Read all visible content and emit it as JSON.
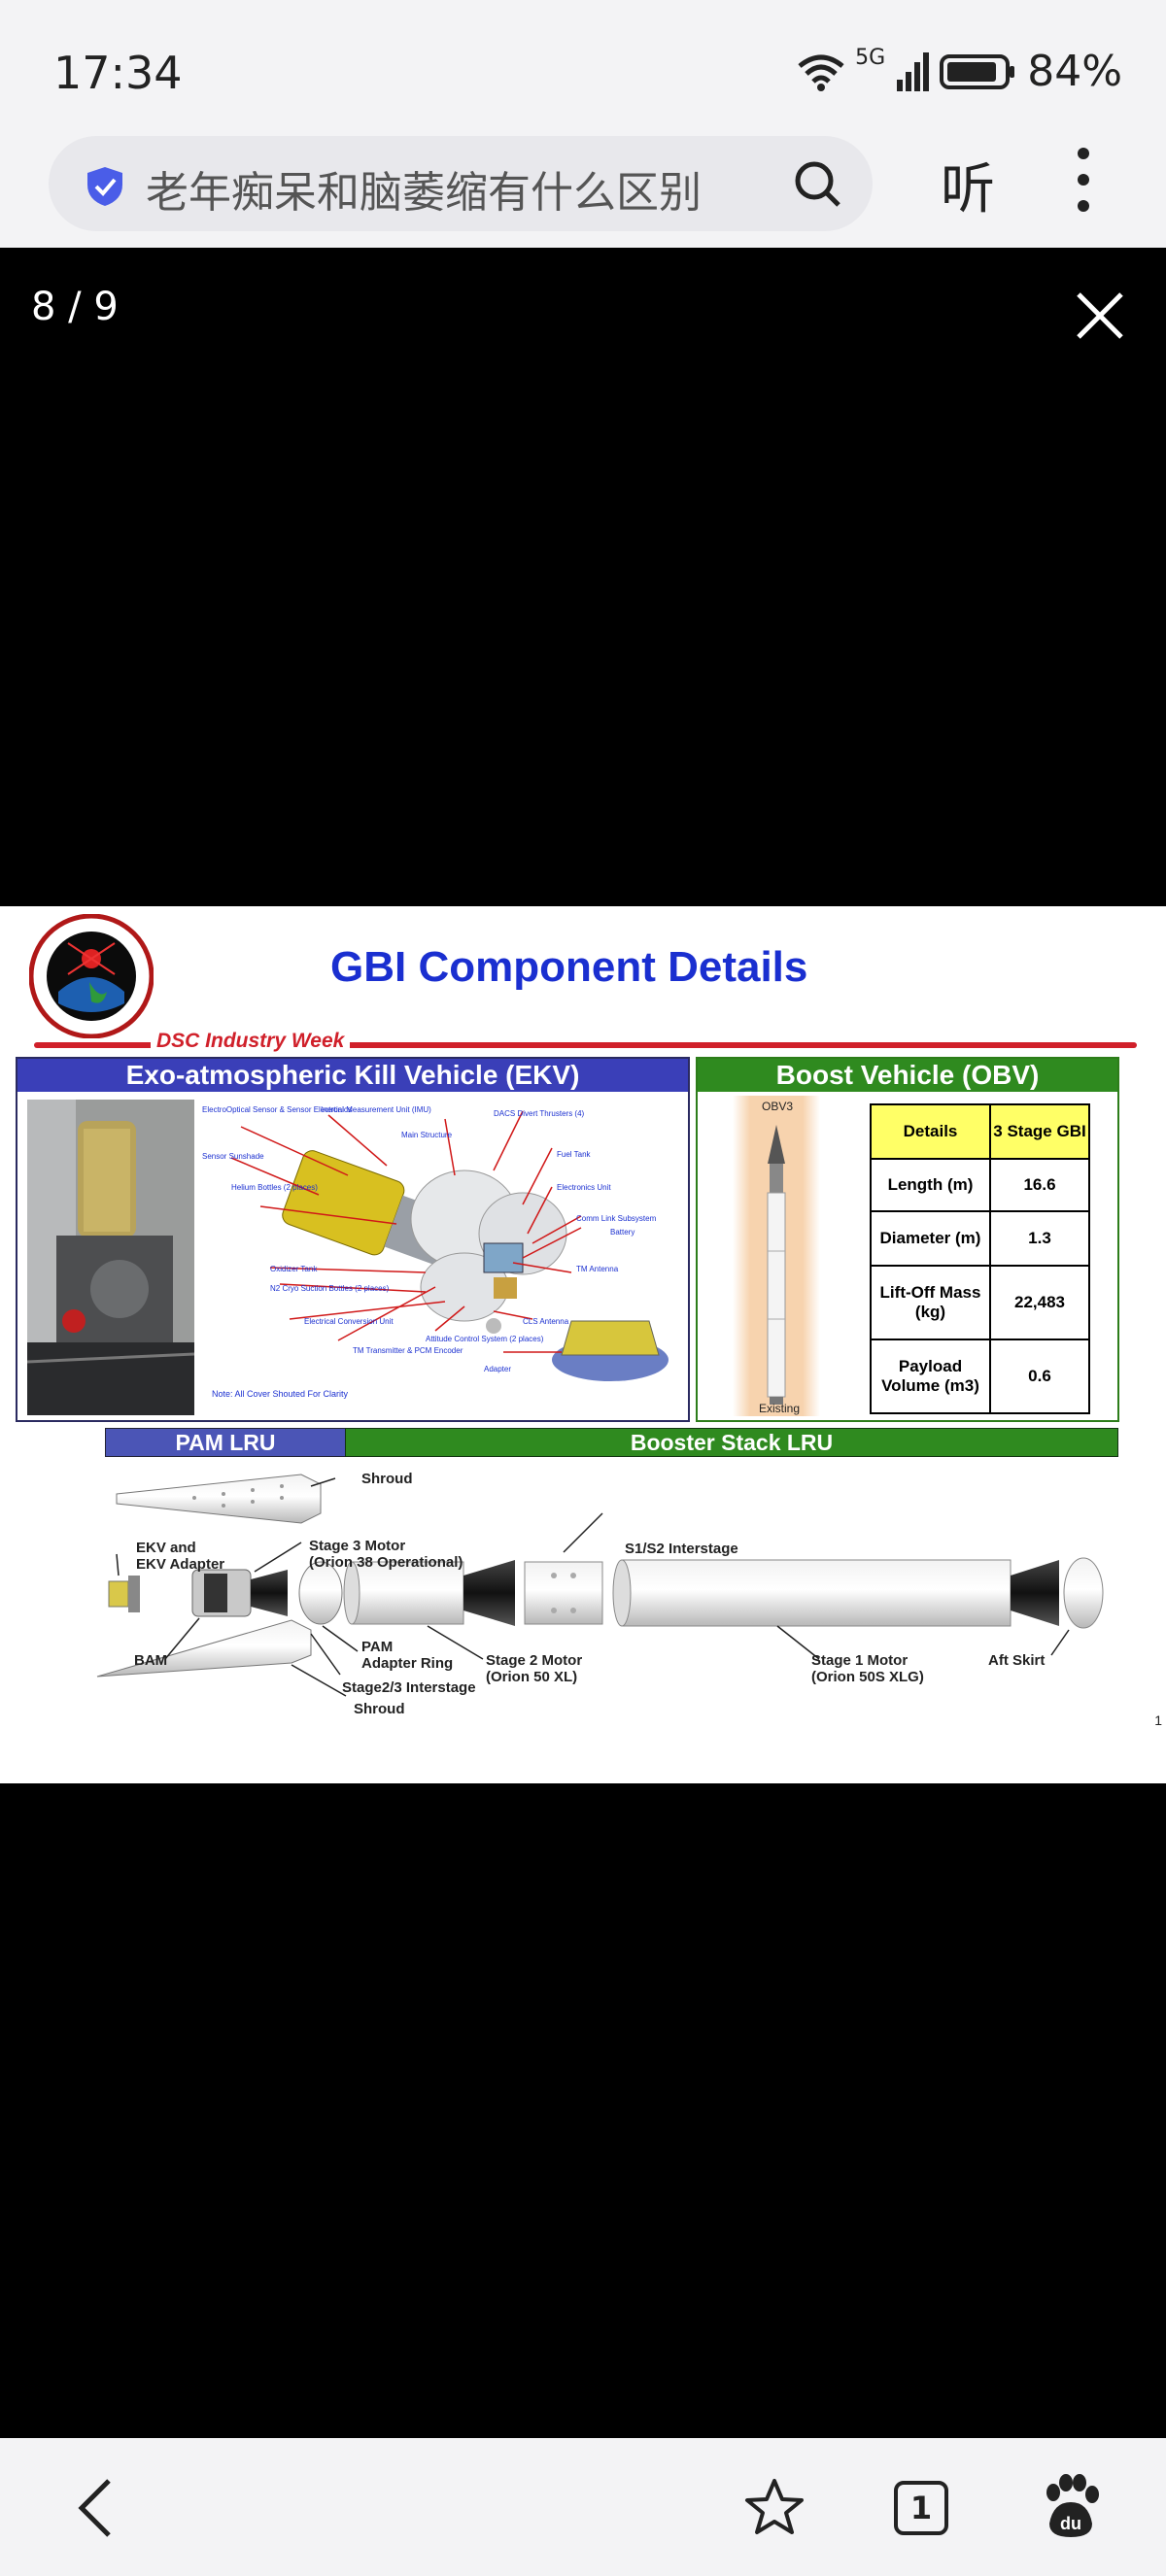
{
  "status": {
    "time": "17:34",
    "network": "5G",
    "battery": "84%"
  },
  "search": {
    "query": "老年痴呆和脑萎缩有什么区别",
    "listen_label": "听"
  },
  "viewer": {
    "counter": "8 / 9"
  },
  "slide": {
    "title": "GBI Component Details",
    "event": "DSC Industry Week",
    "ekv_header": "Exo-atmospheric Kill Vehicle (EKV)",
    "obv_header": "Boost Vehicle (OBV)",
    "ekv_note": "Note: All Cover Shouted For Clarity",
    "ekv_labels": [
      "ElectroOptical Sensor & Sensor Electronics",
      "Inertial Measurement Unit (IMU)",
      "DACS Divert Thrusters (4)",
      "Main Structure",
      "Sensor Sunshade",
      "Fuel Tank",
      "Helium Bottles (2 places)",
      "Electronics Unit",
      "Comm Link Subsystem",
      "Battery",
      "Oxidizer Tank",
      "N2 Cryo Suction Bottles (2 places)",
      "TM Antenna",
      "Electrical Conversion Unit",
      "CLS Antenna",
      "Attitude Control System (2 places)",
      "TM Transmitter & PCM Encoder",
      "Adapter"
    ],
    "obv_rocket_label": "OBV3",
    "obv_rocket_caption": "Existing",
    "spec_table": {
      "header": [
        "Details",
        "3 Stage GBI"
      ],
      "rows": [
        [
          "Length (m)",
          "16.6"
        ],
        [
          "Diameter (m)",
          "1.3"
        ],
        [
          "Lift-Off Mass (kg)",
          "22,483"
        ],
        [
          "Payload Volume (m3)",
          "0.6"
        ]
      ]
    },
    "pam_lru": "PAM LRU",
    "booster_lru": "Booster Stack LRU",
    "parts": {
      "shroud_top": "Shroud",
      "ekv": "EKV and\nEKV Adapter",
      "stage3": "Stage 3 Motor\n(Orion 38 Operational)",
      "s1s2": "S1/S2 Interstage",
      "bam": "BAM",
      "pam_ring": "PAM\nAdapter Ring",
      "stage2": "Stage 2 Motor\n(Orion 50 XL)",
      "stage1": "Stage 1 Motor\n(Orion 50S XLG)",
      "aft_skirt": "Aft Skirt",
      "interstage23": "Stage2/3 Interstage",
      "shroud_bottom": "Shroud"
    },
    "page_number": "1"
  },
  "bottom_nav": {
    "tab_count": "1"
  },
  "colors": {
    "title_blue": "#1a2fd0",
    "ekv_header": "#3a3fb8",
    "obv_header": "#2f8a1f",
    "accent_red": "#d0202a",
    "table_header": "#ffff66"
  }
}
